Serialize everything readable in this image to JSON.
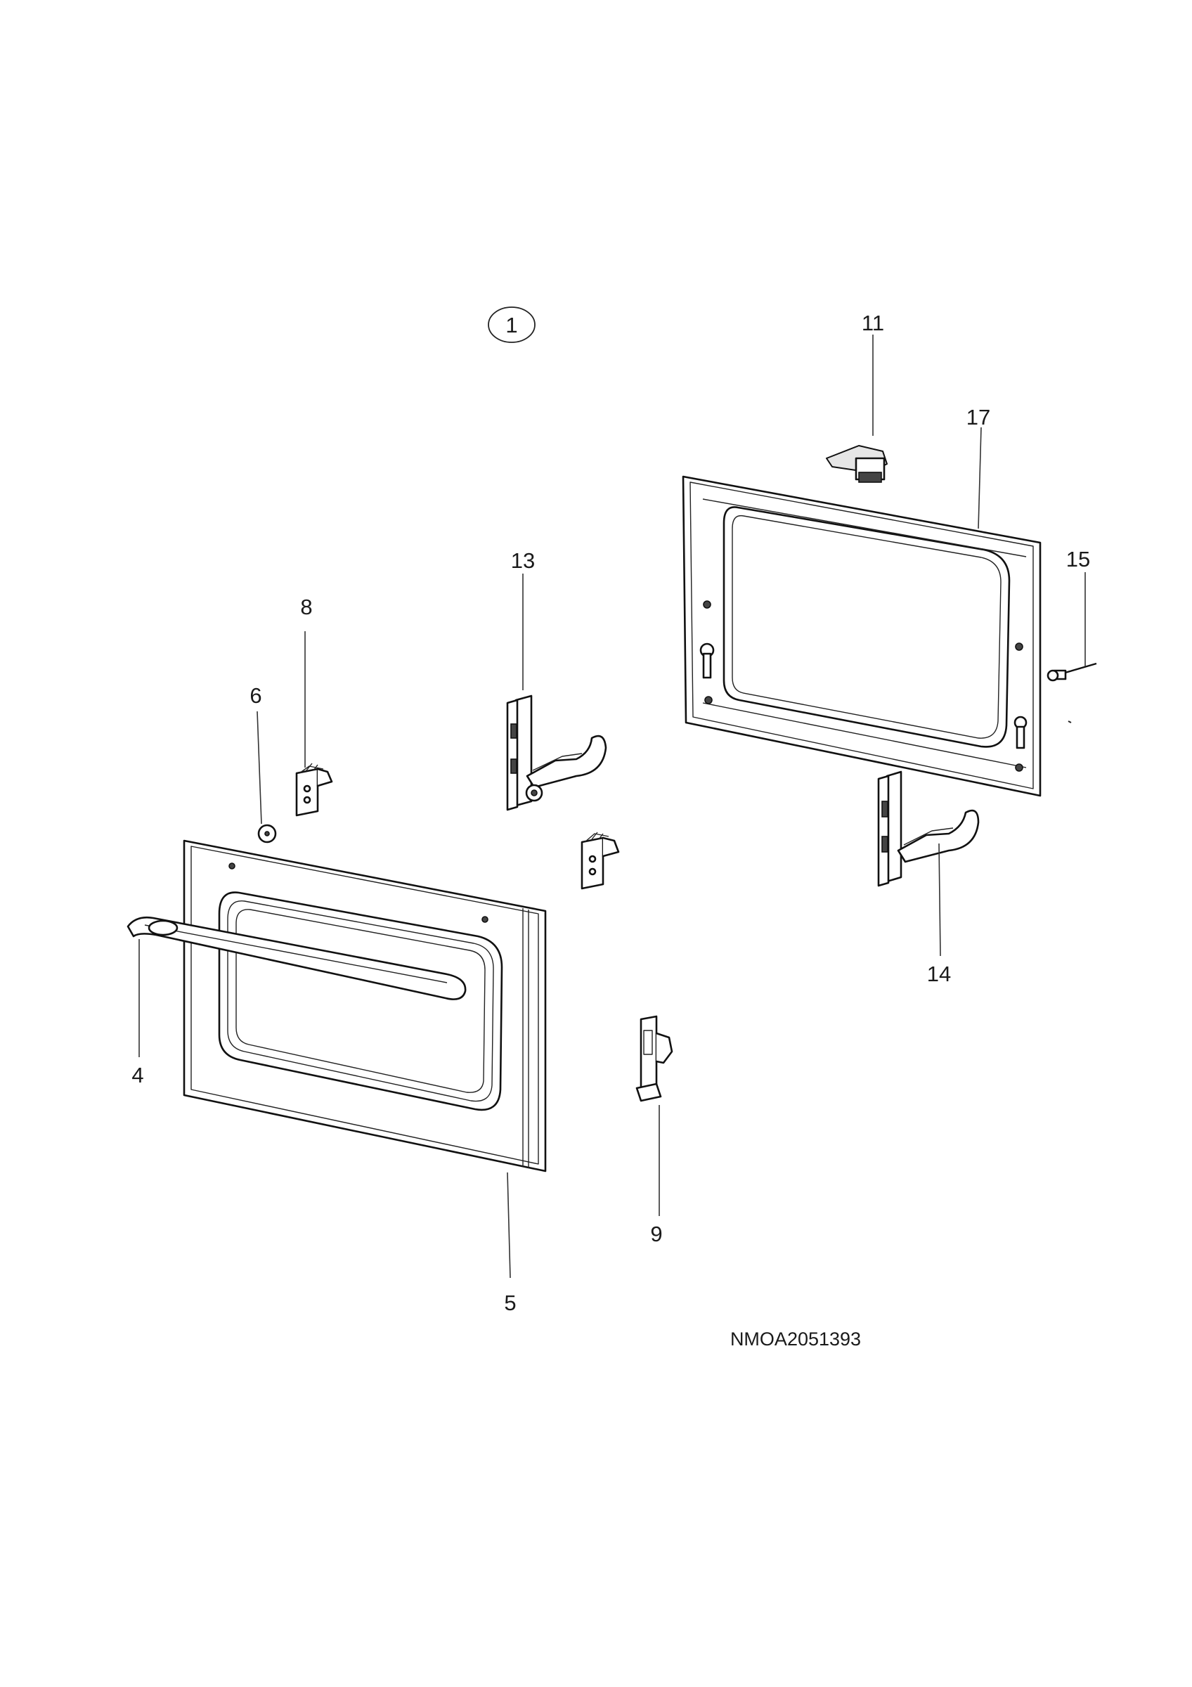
{
  "diagram": {
    "group_number": "1",
    "part_labels": {
      "p4": "4",
      "p5": "5",
      "p6": "6",
      "p8": "8",
      "p9": "9",
      "p11": "11",
      "p13": "13",
      "p14": "14",
      "p15": "15",
      "p17": "17"
    },
    "drawing_code": "NMOA2051393"
  }
}
